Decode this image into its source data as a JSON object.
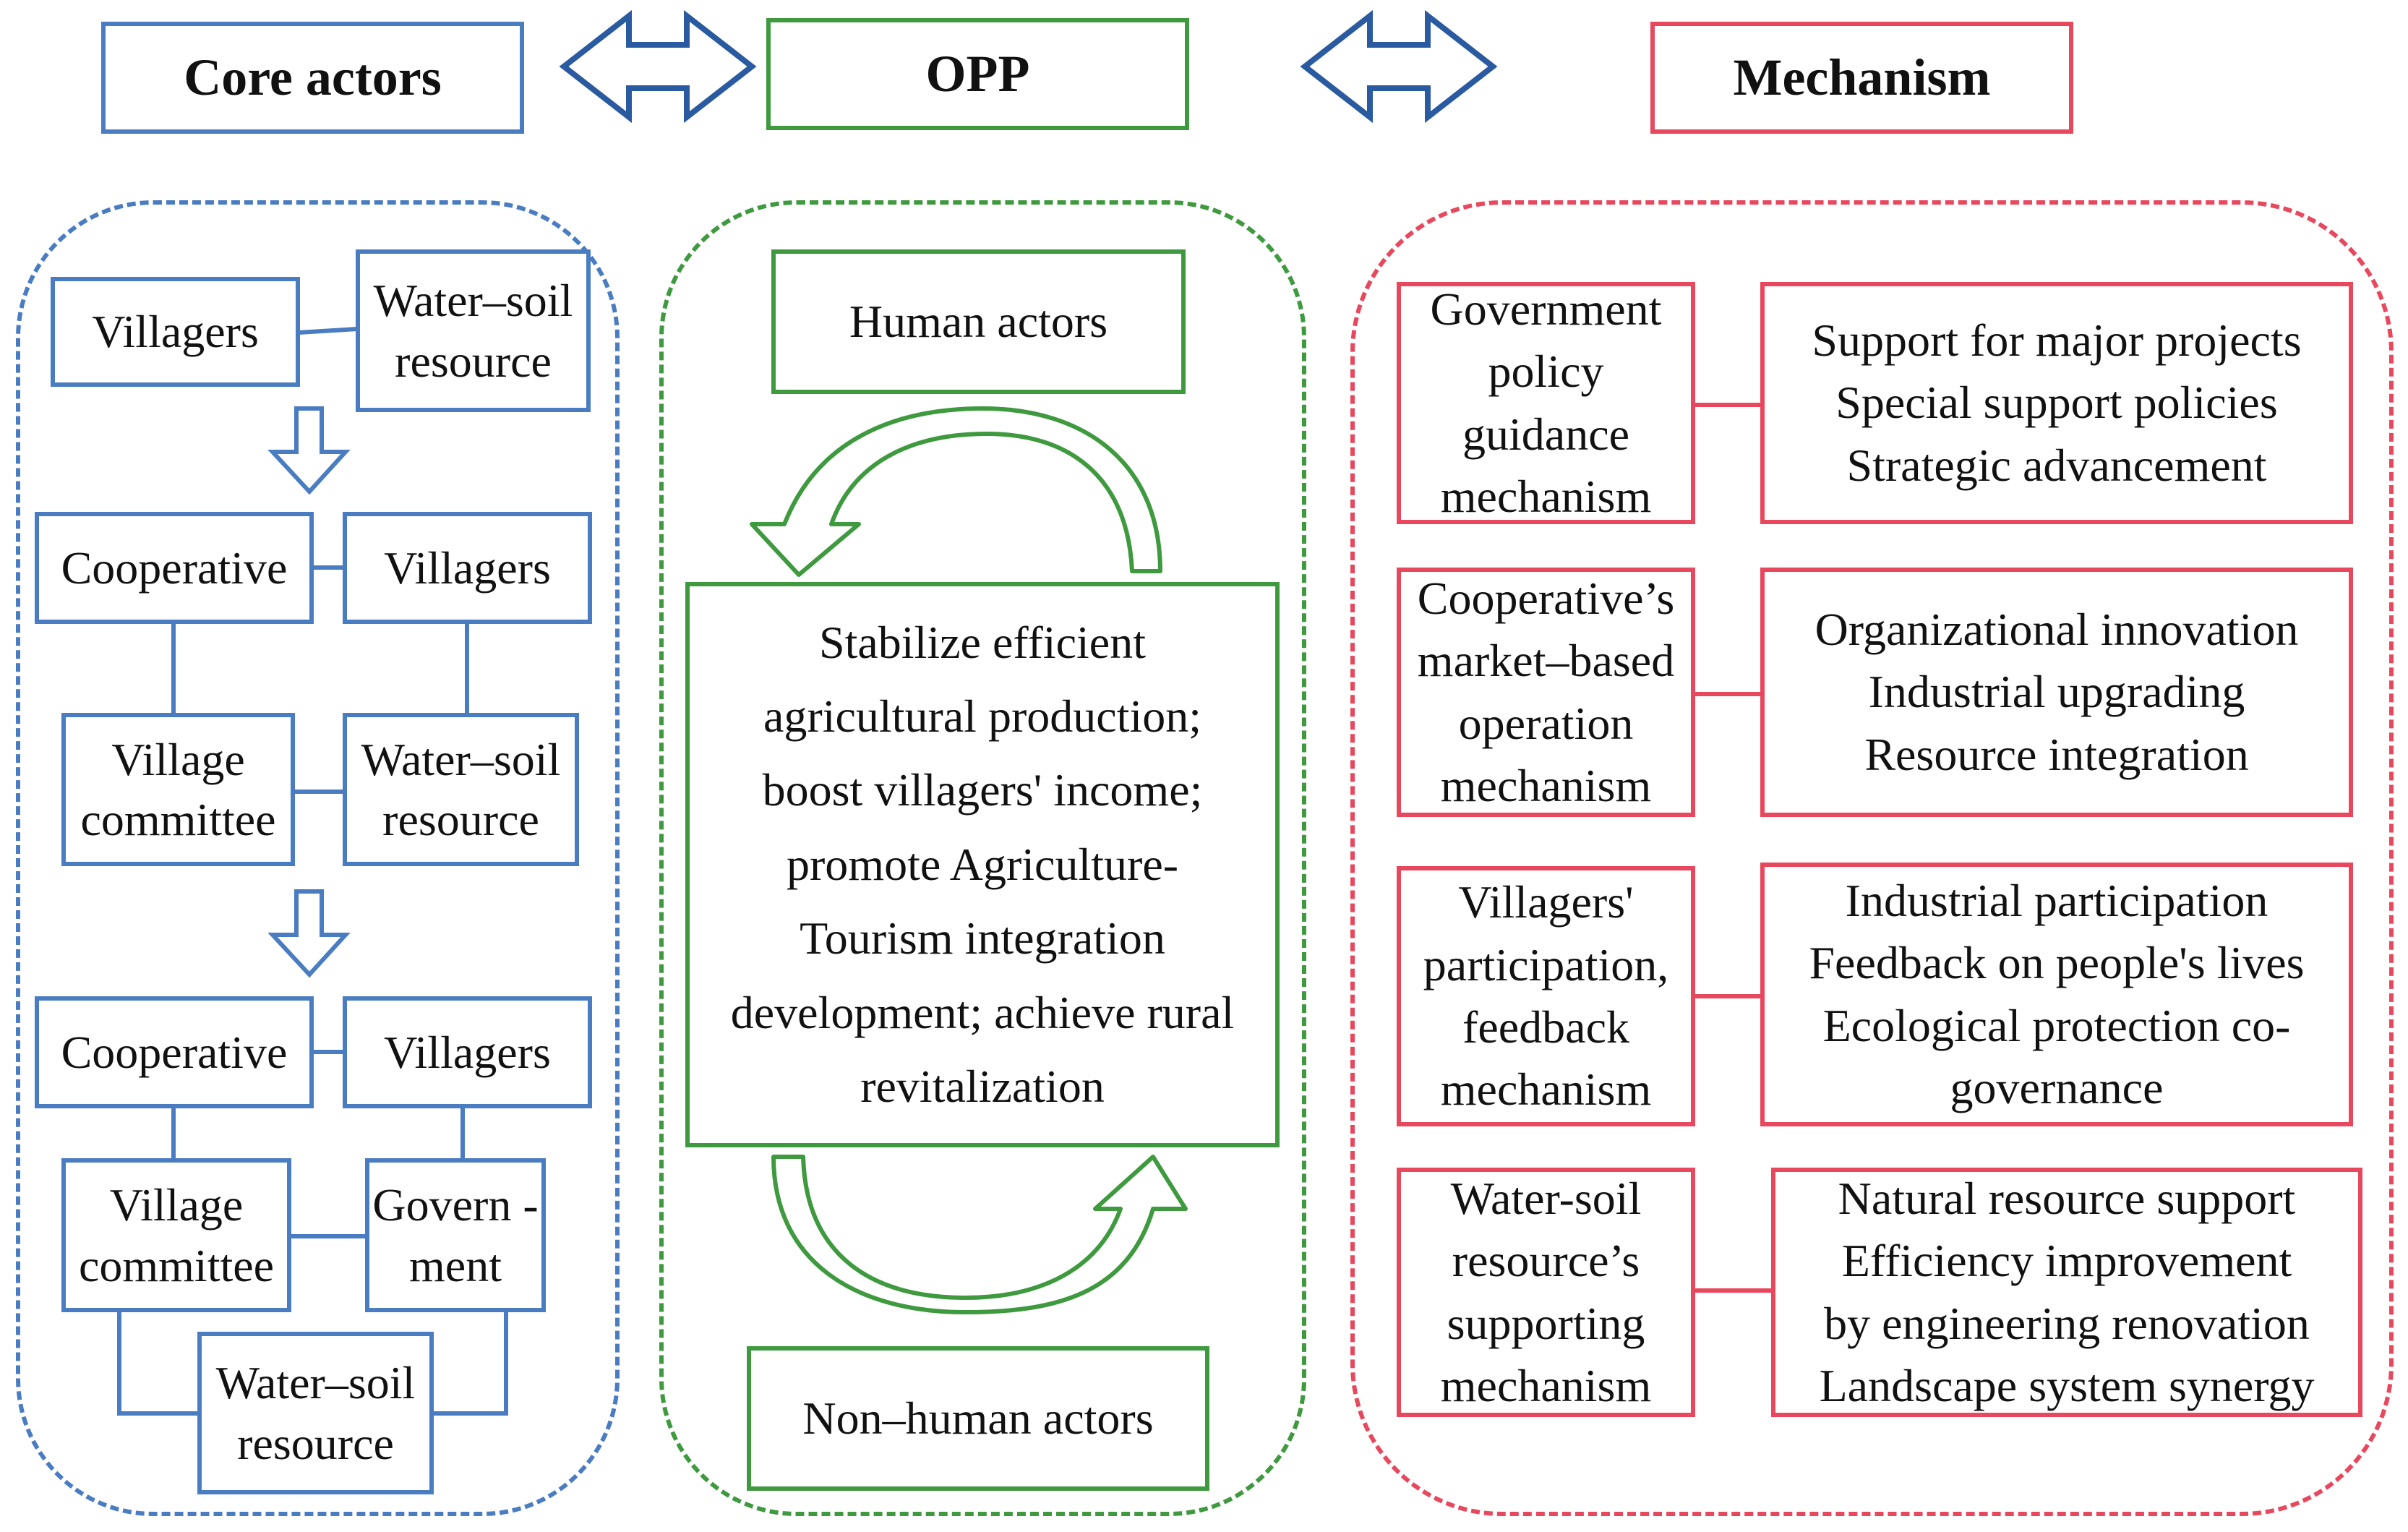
{
  "headers": {
    "core_actors": "Core actors",
    "opp": "OPP",
    "mechanism": "Mechanism"
  },
  "core": {
    "stage1": {
      "villagers": "Villagers",
      "resource": "Water–soil resource"
    },
    "stage2": {
      "cooperative": "Cooperative",
      "villagers": "Villagers",
      "committee": "Village committee",
      "resource": "Water–soil resource"
    },
    "stage3": {
      "cooperative": "Cooperative",
      "villagers": "Villagers",
      "committee": "Village committee",
      "government": "Govern -ment",
      "resource": "Water–soil resource"
    }
  },
  "opp": {
    "human_actors": "Human actors",
    "goal_lines": [
      "Stabilize efficient",
      "agricultural production;",
      "boost villagers' income;",
      "promote Agriculture-",
      "Tourism integration",
      "development; achieve rural",
      "revitalization"
    ],
    "non_human_actors": "Non–human actors"
  },
  "mechanisms": [
    {
      "name_lines": [
        "Government",
        "policy",
        "guidance",
        "mechanism"
      ],
      "detail_lines": [
        "Support for major projects",
        "Special support policies",
        "Strategic advancement"
      ]
    },
    {
      "name_lines": [
        "Cooperative’s",
        "market–based",
        "operation",
        "mechanism"
      ],
      "detail_lines": [
        "Organizational innovation",
        "Industrial upgrading",
        "Resource integration"
      ]
    },
    {
      "name_lines": [
        "Villagers'",
        "participation,",
        "feedback",
        "mechanism"
      ],
      "detail_lines": [
        "Industrial participation",
        "Feedback on people's lives",
        "Ecological protection co-",
        "governance"
      ]
    },
    {
      "name_lines": [
        "Water-soil",
        "resource’s",
        "supporting",
        "mechanism"
      ],
      "detail_lines": [
        "Natural resource support",
        "Efficiency improvement",
        "by engineering renovation",
        "Landscape system synergy"
      ]
    }
  ],
  "colors": {
    "blue": "#4a7cc2",
    "green": "#3f9a3f",
    "red": "#e8485e",
    "arrow": "#2a5aa0"
  }
}
